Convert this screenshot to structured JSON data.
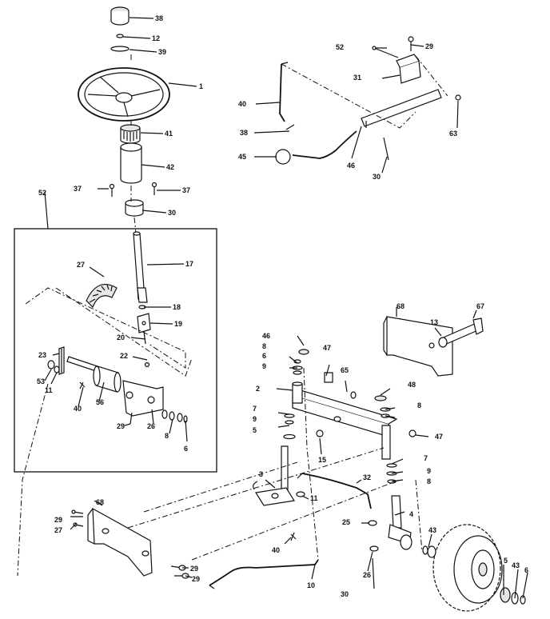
{
  "callouts": {
    "c38": "38",
    "c12": "12",
    "c39": "39",
    "c1": "1",
    "c41": "41",
    "c42": "42",
    "c37a": "37",
    "c37b": "37",
    "c30a": "30",
    "c52": "52",
    "c17": "17",
    "c27": "27",
    "c18": "18",
    "c19": "19",
    "c20": "20",
    "c22": "22",
    "c23": "23",
    "c53": "53",
    "c11": "11",
    "c40a": "40",
    "c56": "56",
    "c29a": "29",
    "c26": "26",
    "c8a": "8",
    "c6a": "6",
    "c52b": "52",
    "c29b": "29",
    "c31": "31",
    "c40b": "40",
    "c63": "63",
    "c38b": "38",
    "c45": "45",
    "c46": "46",
    "c30b": "30",
    "c68a": "68",
    "c67": "67",
    "c13": "13",
    "c46b": "46",
    "c47a": "47",
    "c8b": "8",
    "c6b": "6",
    "c9a": "9",
    "c65": "65",
    "c2": "2",
    "c48": "48",
    "c8c": "8",
    "c7a": "7",
    "c9b": "9",
    "c5a": "5",
    "c15": "15",
    "c47b": "47",
    "c7b": "7",
    "c9c": "9",
    "c8d": "8",
    "c3": "3",
    "c32": "32",
    "c11b": "11",
    "c4": "4",
    "c25": "25",
    "c43a": "43",
    "c40c": "40",
    "c68b": "68",
    "c29c": "29",
    "c27b": "27",
    "c29d": "29",
    "c29e": "29",
    "c10": "10",
    "c26b": "26",
    "c30c": "30",
    "c5b": "5",
    "c43b": "43",
    "c6c": "6"
  }
}
